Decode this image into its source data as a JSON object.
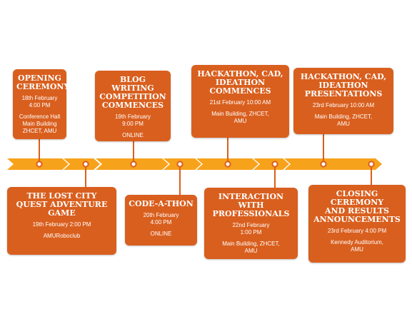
{
  "colors": {
    "card": "#d95f1e",
    "arrow": "#f7a21b",
    "connector": "#d95f1e",
    "dot_fill": "#ffffff"
  },
  "events": [
    {
      "id": "opening-ceremony",
      "title": [
        "OPENING",
        "CEREMONY"
      ],
      "details": [
        [
          "18th February",
          "4:00 PM"
        ],
        [
          "Conference Hall",
          "Main Building",
          "ZHCET, AMU"
        ]
      ]
    },
    {
      "id": "lost-city-quest",
      "title": [
        "THE LOST CITY",
        "QUEST ADVENTURE",
        "GAME"
      ],
      "details": [
        [
          "19th February 2:00 PM"
        ],
        [
          "AMURoboclub"
        ]
      ]
    },
    {
      "id": "blog-writing",
      "title": [
        "BLOG WRITING",
        "COMPETITION",
        "COMMENCES"
      ],
      "details": [
        [
          "19th February",
          "9:00 PM"
        ],
        [
          "ONLINE"
        ]
      ]
    },
    {
      "id": "code-a-thon",
      "title": [
        "CODE-A-THON"
      ],
      "details": [
        [
          "20th February",
          "4:00 PM"
        ],
        [
          "ONLINE"
        ]
      ]
    },
    {
      "id": "hackathon-commences",
      "title": [
        "HACKATHON, CAD,",
        "IDEATHON",
        "COMMENCES"
      ],
      "details": [
        [
          "21st February 10:00 AM"
        ],
        [
          "Main Building, ZHCET,",
          "AMU"
        ]
      ]
    },
    {
      "id": "interaction-professionals",
      "title": [
        "INTERACTION",
        "WITH",
        "PROFESSIONALS"
      ],
      "details": [
        [
          "22nd February",
          "1:00 PM"
        ],
        [
          "Main Building, ZHCET,",
          "AMU"
        ]
      ]
    },
    {
      "id": "hackathon-presentations",
      "title": [
        "HACKATHON, CAD,",
        "IDEATHON",
        "PRESENTATIONS"
      ],
      "details": [
        [
          "23rd February 10:00 AM"
        ],
        [
          "Main Building, ZHCET,",
          "AMU"
        ]
      ]
    },
    {
      "id": "closing-ceremony",
      "title": [
        "CLOSING",
        "CEREMONY",
        "AND RESULTS",
        "ANNOUNCEMENTS"
      ],
      "details": [
        [
          "23rd February 4:00 PM"
        ],
        [
          "Kennedy Auditorium,",
          "AMU"
        ]
      ]
    }
  ]
}
